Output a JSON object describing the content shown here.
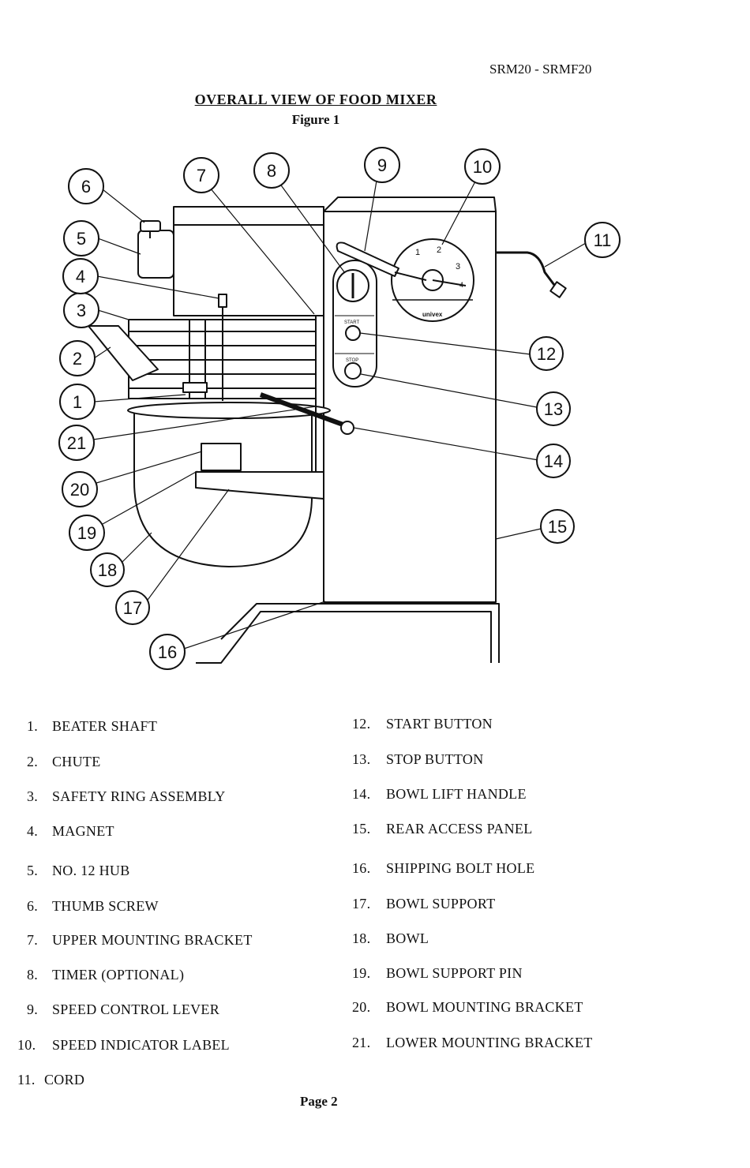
{
  "header": {
    "model": "SRM20 - SRMF20",
    "title": "OVERALL VIEW OF FOOD MIXER",
    "subtitle": "Figure 1"
  },
  "diagram": {
    "panel_start": "START",
    "panel_stop": "STOP",
    "brand": "univex",
    "dial_numbers": [
      "1",
      "2",
      "3",
      "4"
    ],
    "callouts": [
      "1",
      "2",
      "3",
      "4",
      "5",
      "6",
      "7",
      "8",
      "9",
      "10",
      "11",
      "12",
      "13",
      "14",
      "15",
      "16",
      "17",
      "18",
      "19",
      "20",
      "21"
    ]
  },
  "legend": {
    "left": [
      {
        "num": "1.",
        "label": "BEATER SHAFT"
      },
      {
        "num": "2.",
        "label": "CHUTE"
      },
      {
        "num": "3.",
        "label": "SAFETY RING ASSEMBLY"
      },
      {
        "num": "4.",
        "label": "MAGNET"
      },
      {
        "num": "5.",
        "label": "NO. 12 HUB"
      },
      {
        "num": "6.",
        "label": "THUMB SCREW"
      },
      {
        "num": "7.",
        "label": "UPPER MOUNTING BRACKET"
      },
      {
        "num": "8.",
        "label": "TIMER (OPTIONAL)"
      },
      {
        "num": "9.",
        "label": "SPEED CONTROL LEVER"
      },
      {
        "num": "10.",
        "label": "SPEED INDICATOR LABEL"
      },
      {
        "num": "11.",
        "label": "CORD"
      }
    ],
    "right": [
      {
        "num": "12.",
        "label": "START BUTTON"
      },
      {
        "num": "13.",
        "label": "STOP BUTTON"
      },
      {
        "num": "14.",
        "label": "BOWL LIFT HANDLE"
      },
      {
        "num": "15.",
        "label": "REAR ACCESS PANEL"
      },
      {
        "num": "16.",
        "label": "SHIPPING BOLT HOLE"
      },
      {
        "num": "17.",
        "label": "BOWL SUPPORT"
      },
      {
        "num": "18.",
        "label": "BOWL"
      },
      {
        "num": "19.",
        "label": "BOWL SUPPORT PIN"
      },
      {
        "num": "20.",
        "label": "BOWL MOUNTING BRACKET"
      },
      {
        "num": "21.",
        "label": "LOWER MOUNTING BRACKET"
      }
    ]
  },
  "footer": {
    "page": "Page 2"
  }
}
